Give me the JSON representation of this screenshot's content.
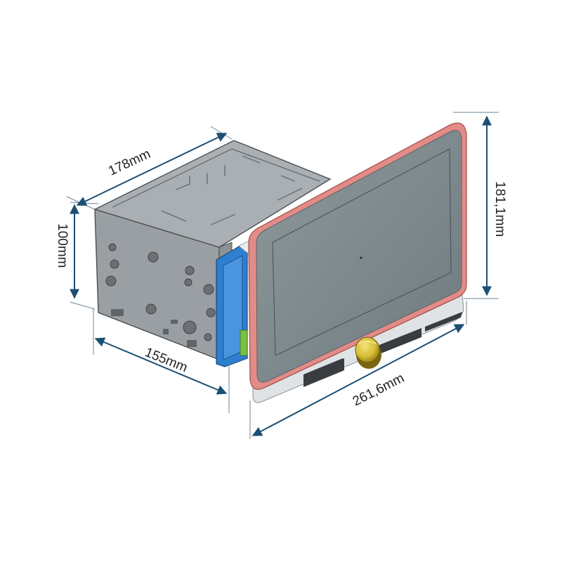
{
  "dimensions": {
    "top_depth": "178mm",
    "height_chassis": "100mm",
    "bottom_depth": "155mm",
    "screen_width": "261,6mm",
    "screen_height": "181,1mm"
  },
  "colors": {
    "dimension_line": "#1c4f73",
    "chassis": "#9aa0a4",
    "screen_bezel": "#e38b86",
    "screen_glass": "#7f8b8f",
    "bracket": "#2f7fd0",
    "knob": "#d8c13a"
  },
  "icons": [
    "control-knob"
  ]
}
